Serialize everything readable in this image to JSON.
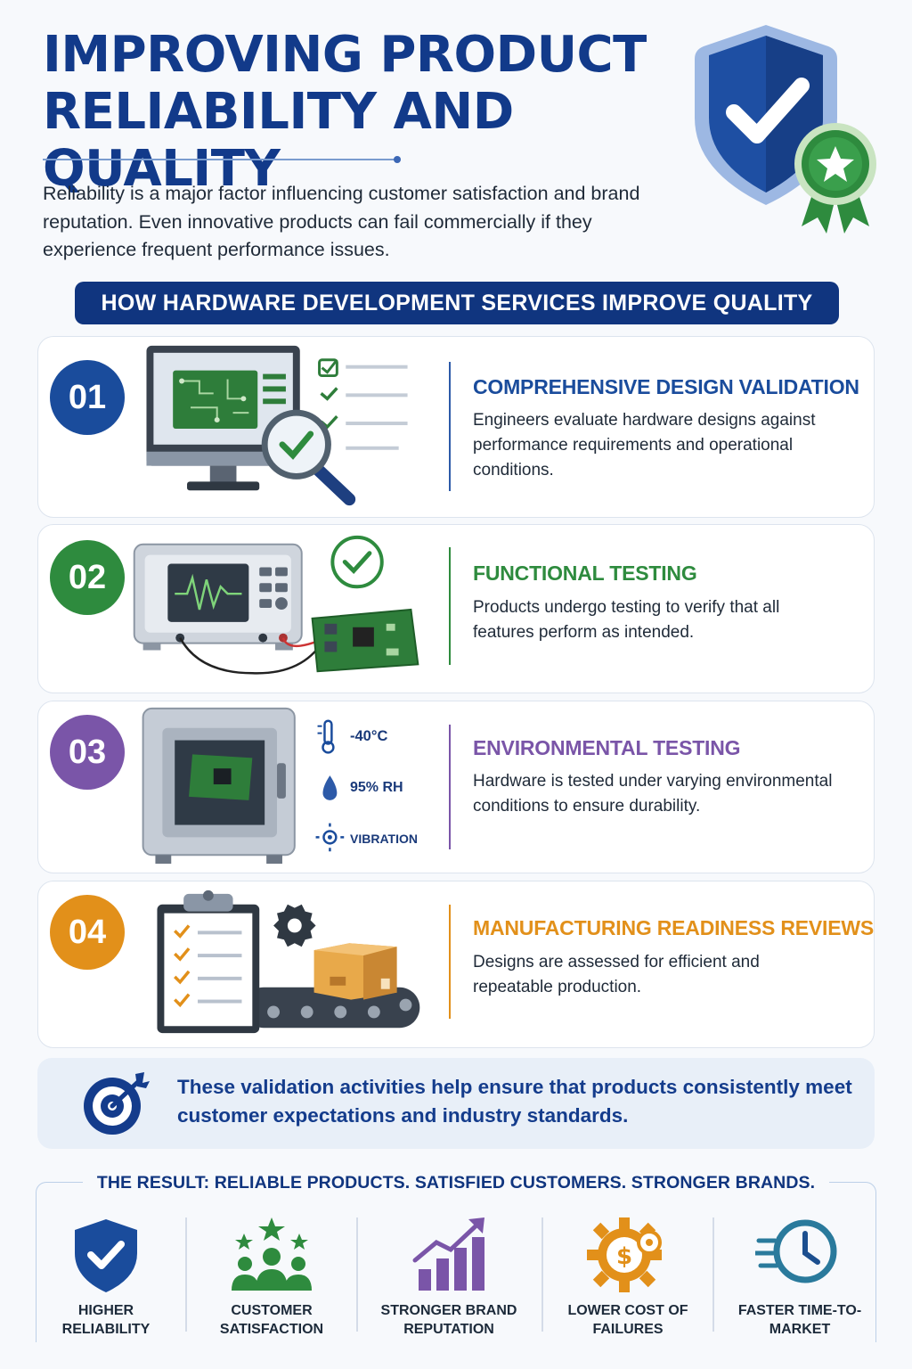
{
  "header": {
    "title": "IMPROVING PRODUCT RELIABILITY AND QUALITY",
    "intro": "Reliability is a major factor influencing customer satisfaction and brand reputation. Even innovative products can fail commercially if they experience frequent performance issues."
  },
  "banner": {
    "text": "HOW HARDWARE DEVELOPMENT SERVICES IMPROVE QUALITY"
  },
  "steps": [
    {
      "number": "01",
      "title": "COMPREHENSIVE DESIGN VALIDATION",
      "text": "Engineers evaluate hardware designs against performance requirements and operational conditions.",
      "color": "#1a4c9c",
      "icon": "monitor-magnifier-check-icon"
    },
    {
      "number": "02",
      "title": "FUNCTIONAL TESTING",
      "text": "Products undergo testing to verify that all features perform as intended.",
      "color": "#2e8b3e",
      "icon": "oscilloscope-circuit-board-icon"
    },
    {
      "number": "03",
      "title": "ENVIRONMENTAL TESTING",
      "text": "Hardware is tested under varying environmental conditions to ensure durability.",
      "color": "#7a55a8",
      "icon": "environmental-chamber-icon",
      "conditions": [
        "-40°C",
        "95% RH",
        "VIBRATION"
      ]
    },
    {
      "number": "04",
      "title": "MANUFACTURING READINESS REVIEWS",
      "text": "Designs are assessed for efficient and repeatable production.",
      "color": "#e2901a",
      "icon": "checklist-conveyor-icon"
    }
  ],
  "callout": {
    "text": "These validation activities help ensure that products consistently meet customer expectations and industry standards.",
    "icon": "target-icon"
  },
  "result": {
    "title": "THE RESULT: RELIABLE PRODUCTS. SATISFIED CUSTOMERS. STRONGER BRANDS.",
    "benefits": [
      {
        "label": "HIGHER RELIABILITY",
        "icon": "shield-check-icon",
        "color": "#1a4c9c"
      },
      {
        "label": "CUSTOMER SATISFACTION",
        "icon": "people-stars-icon",
        "color": "#2e8b3e"
      },
      {
        "label": "STRONGER BRAND REPUTATION",
        "icon": "growth-chart-icon",
        "color": "#7a55a8"
      },
      {
        "label": "LOWER COST OF FAILURES",
        "icon": "gear-dollar-icon",
        "color": "#e2901a"
      },
      {
        "label": "FASTER TIME-TO-MARKET",
        "icon": "fast-clock-icon",
        "color": "#2a7a9c"
      }
    ]
  }
}
